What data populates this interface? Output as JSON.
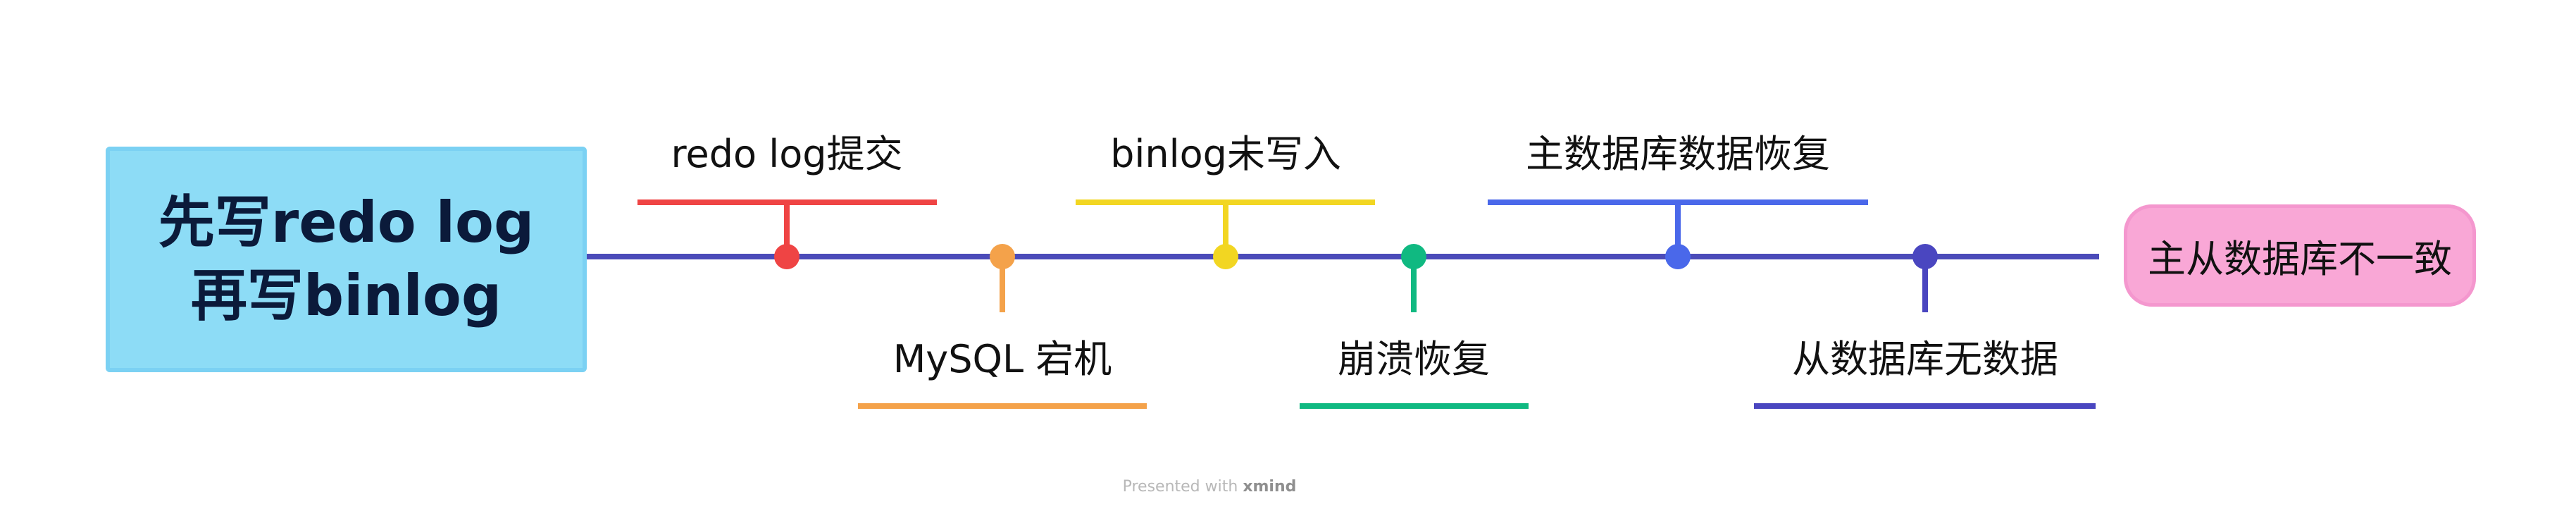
{
  "root": {
    "line1": "先写redo log",
    "line2": "再写binlog",
    "color": "#8ddcf6"
  },
  "end": {
    "text": "主从数据库不一致",
    "color": "#f9a7d6"
  },
  "timeline_color": "#4b4bb9",
  "events": [
    {
      "label": "redo log提交",
      "side": "top",
      "color": "#ef4444"
    },
    {
      "label": "MySQL 宕机",
      "side": "bottom",
      "color": "#f4a24a"
    },
    {
      "label": "binlog未写入",
      "side": "top",
      "color": "#f2d622"
    },
    {
      "label": "崩溃恢复",
      "side": "bottom",
      "color": "#10b981"
    },
    {
      "label": "主数据库数据恢复",
      "side": "top",
      "color": "#4a68ea"
    },
    {
      "label": "从数据库无数据",
      "side": "bottom",
      "color": "#4a46c0"
    }
  ],
  "footer": {
    "prefix": "Presented with ",
    "brand": "xmind"
  }
}
